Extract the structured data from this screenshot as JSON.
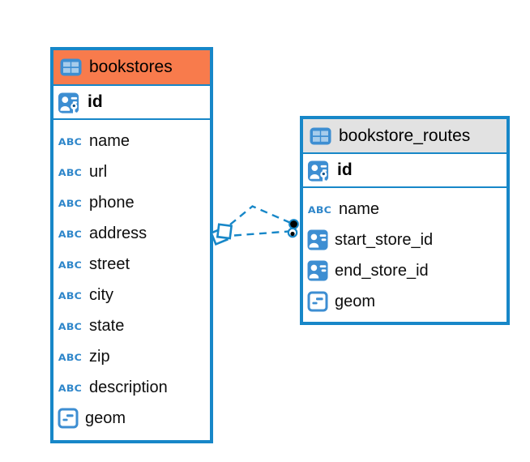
{
  "diagram": {
    "kind": "entity-relationship",
    "tables": [
      {
        "name": "bookstores",
        "header_color": "#f87b4c",
        "primary_key": {
          "name": "id",
          "type_icon": "person-key"
        },
        "columns": [
          {
            "name": "name",
            "type_icon": "text"
          },
          {
            "name": "url",
            "type_icon": "text"
          },
          {
            "name": "phone",
            "type_icon": "text"
          },
          {
            "name": "address",
            "type_icon": "text"
          },
          {
            "name": "street",
            "type_icon": "text"
          },
          {
            "name": "city",
            "type_icon": "text"
          },
          {
            "name": "state",
            "type_icon": "text"
          },
          {
            "name": "zip",
            "type_icon": "text"
          },
          {
            "name": "description",
            "type_icon": "text"
          },
          {
            "name": "geom",
            "type_icon": "geometry"
          }
        ]
      },
      {
        "name": "bookstore_routes",
        "header_color": "#e2e2e2",
        "primary_key": {
          "name": "id",
          "type_icon": "person-key"
        },
        "columns": [
          {
            "name": "name",
            "type_icon": "text"
          },
          {
            "name": "start_store_id",
            "type_icon": "reference"
          },
          {
            "name": "end_store_id",
            "type_icon": "reference"
          },
          {
            "name": "geom",
            "type_icon": "geometry"
          }
        ]
      }
    ],
    "relationships": [
      {
        "from_table": "bookstore_routes",
        "from_column": "start_store_id",
        "to_table": "bookstores",
        "to_column": "id",
        "line_style": "dashed"
      },
      {
        "from_table": "bookstore_routes",
        "from_column": "end_store_id",
        "to_table": "bookstores",
        "to_column": "id",
        "line_style": "dashed"
      }
    ]
  },
  "icons": {
    "text_type_label": "ABC"
  },
  "colors": {
    "table_border": "#1787c8",
    "relationship_line": "#1787c8",
    "icon_blue": "#3d8ed2",
    "abc_blue": "#2e86ca",
    "bookstores_header": "#f87b4c",
    "routes_header": "#e2e2e2",
    "text": "#0d0d0d"
  }
}
